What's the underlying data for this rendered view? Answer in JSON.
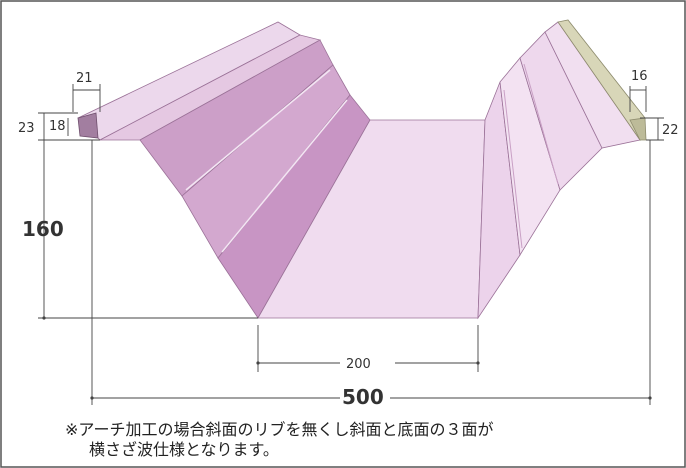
{
  "colors": {
    "border": "#555555",
    "dim_line": "#444444",
    "panel_dark": "#cc9fc8",
    "panel_mid": "#dbb4d6",
    "panel_light": "#ecd8ec",
    "panel_lighter": "#f3e6f3",
    "edge_dark": "#9b7298",
    "cap": "#d8d6b8"
  },
  "dimensions": {
    "lip_width_left": "21",
    "lip_width_right": "16",
    "lip_height_left_outer": "23",
    "lip_height_left_inner": "18",
    "lip_height_right": "22",
    "depth": "160",
    "bottom_width": "200",
    "total_width": "500"
  },
  "note": {
    "line1": "※アーチ加工の場合斜面のリブを無くし斜面と底面の３面が",
    "line2": "横さざ波仕様となります。"
  }
}
